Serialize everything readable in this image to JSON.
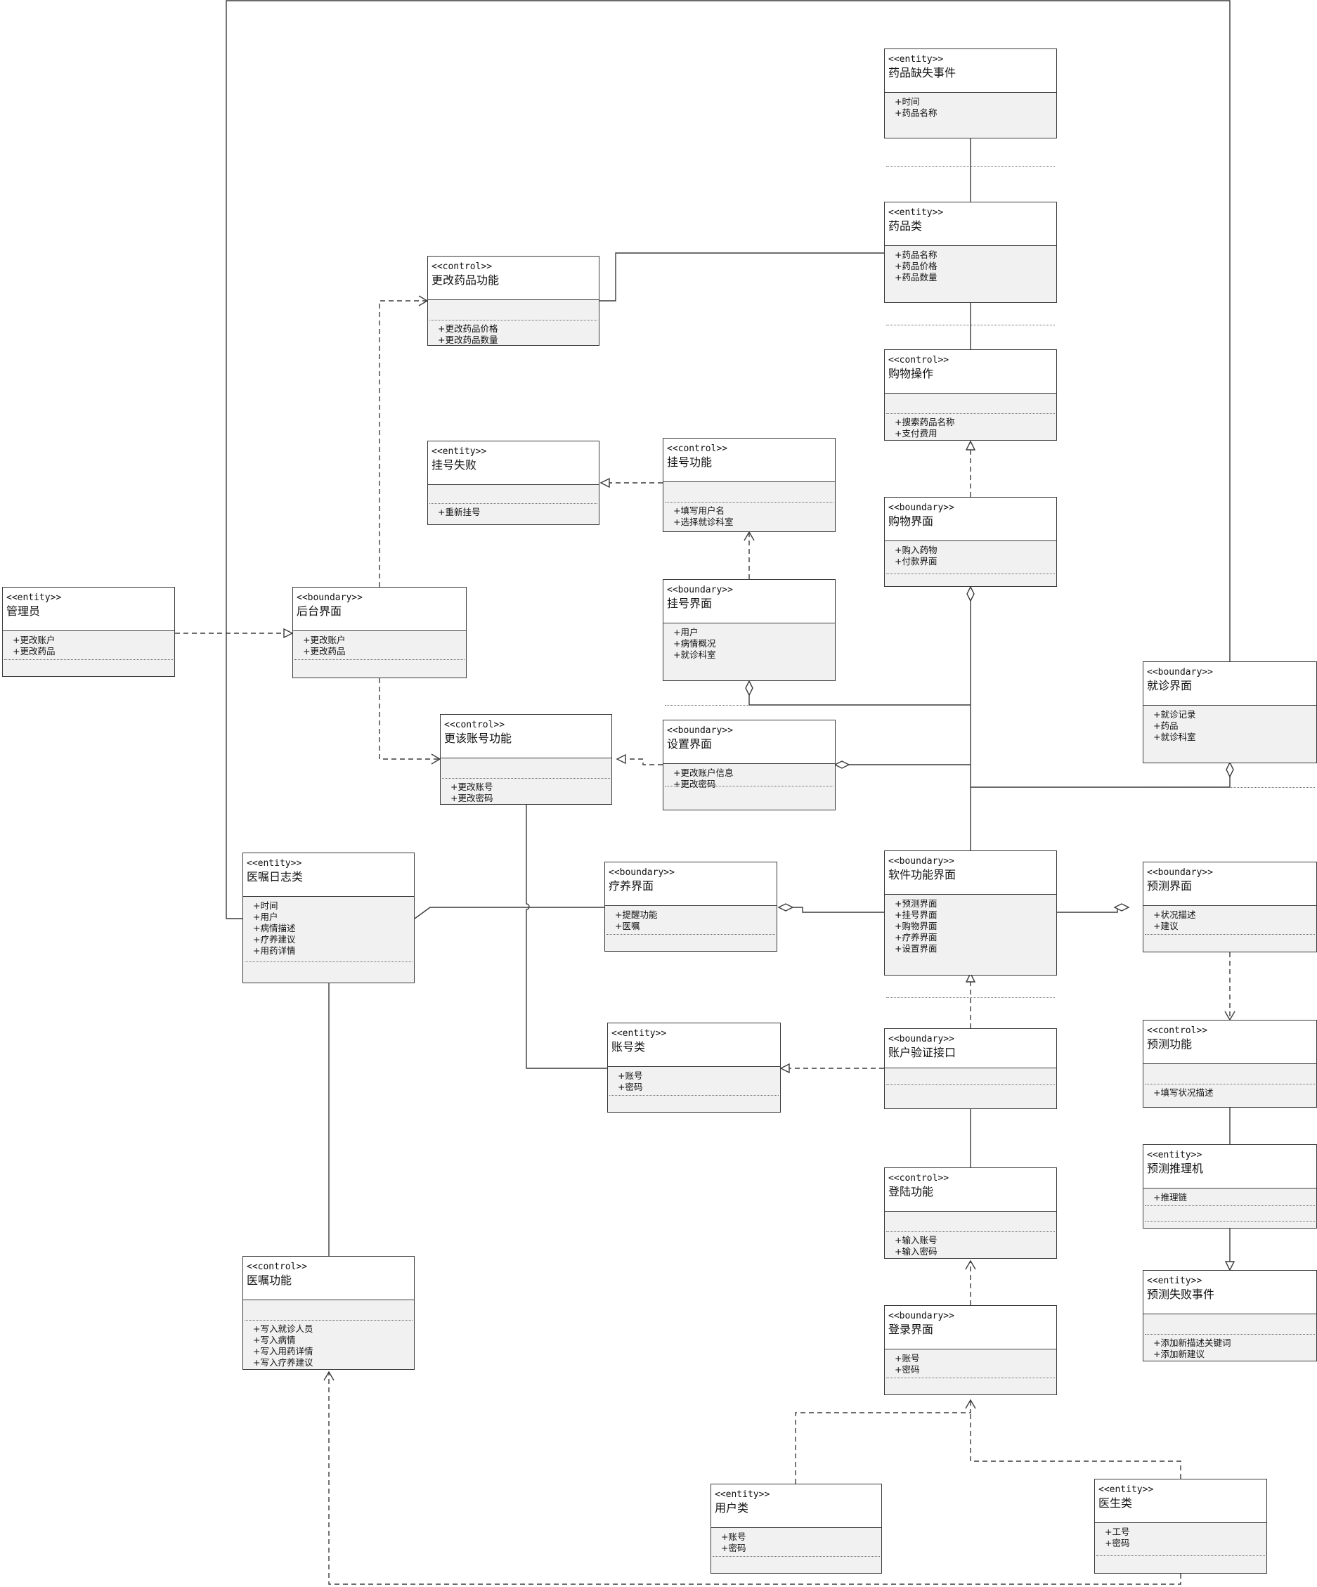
{
  "diagram": {
    "classes": {
      "drug_missing_event": {
        "stereotype": "<<entity>>",
        "name": "药品缺失事件",
        "attributes": [
          "+时间",
          "+药品名称"
        ],
        "operations": []
      },
      "drug_class": {
        "stereotype": "<<entity>>",
        "name": "药品类",
        "attributes": [
          "+药品名称",
          "+药品价格",
          "+药品数量"
        ],
        "operations": []
      },
      "shopping_op": {
        "stereotype": "<<control>>",
        "name": "购物操作",
        "attributes": [],
        "operations": [
          "+搜索药品名称",
          "+支付费用"
        ]
      },
      "shopping_ui": {
        "stereotype": "<<boundary>>",
        "name": "购物界面",
        "attributes": [
          "+购入药物",
          "+付款界面"
        ],
        "operations": []
      },
      "change_drug_func": {
        "stereotype": "<<control>>",
        "name": "更改药品功能",
        "attributes": [],
        "operations": [
          "+更改药品价格",
          "+更改药品数量"
        ]
      },
      "reg_failure": {
        "stereotype": "<<entity>>",
        "name": "挂号失败",
        "attributes": [],
        "operations": [
          "+重新挂号"
        ]
      },
      "reg_func": {
        "stereotype": "<<control>>",
        "name": "挂号功能",
        "attributes": [],
        "operations": [
          "+填写用户名",
          "+选择就诊科室"
        ]
      },
      "reg_ui": {
        "stereotype": "<<boundary>>",
        "name": "挂号界面",
        "attributes": [
          "+用户",
          "+病情概况",
          "+就诊科室"
        ],
        "operations": []
      },
      "admin": {
        "stereotype": "<<entity>>",
        "name": "管理员",
        "attributes": [
          "+更改账户",
          "+更改药品"
        ],
        "operations": []
      },
      "backend_ui": {
        "stereotype": "<<boundary>>",
        "name": "后台界面",
        "attributes": [
          "+更改账户",
          "+更改药品"
        ],
        "operations": []
      },
      "visit_ui": {
        "stereotype": "<<boundary>>",
        "name": "就诊界面",
        "attributes": [
          "+就诊记录",
          "+药品",
          "+就诊科室"
        ],
        "operations": []
      },
      "change_account_func": {
        "stereotype": "<<control>>",
        "name": "更该账号功能",
        "attributes": [],
        "operations": [
          "+更改账号",
          "+更改密码"
        ]
      },
      "settings_ui": {
        "stereotype": "<<boundary>>",
        "name": "设置界面",
        "attributes": [
          "+更改账户信息",
          "+更改密码"
        ],
        "operations": []
      },
      "advice_log": {
        "stereotype": "<<entity>>",
        "name": "医嘱日志类",
        "attributes": [
          "+时间",
          "+用户",
          "+病情描述",
          "+疗养建议",
          "+用药详情"
        ],
        "operations": []
      },
      "therapy_ui": {
        "stereotype": "<<boundary>>",
        "name": "疗养界面",
        "attributes": [
          "+提醒功能",
          "+医嘱"
        ],
        "operations": []
      },
      "software_ui": {
        "stereotype": "<<boundary>>",
        "name": "软件功能界面",
        "attributes": [
          "+预测界面",
          "+挂号界面",
          "+购物界面",
          "+疗养界面",
          "+设置界面"
        ],
        "operations": []
      },
      "predict_ui": {
        "stereotype": "<<boundary>>",
        "name": "预测界面",
        "attributes": [
          "+状况描述",
          "+建议"
        ],
        "operations": []
      },
      "account_class": {
        "stereotype": "<<entity>>",
        "name": "账号类",
        "attributes": [
          "+账号",
          "+密码"
        ],
        "operations": []
      },
      "auth_interface": {
        "stereotype": "<<boundary>>",
        "name": "账户验证接口",
        "attributes": [],
        "operations": []
      },
      "predict_func": {
        "stereotype": "<<control>>",
        "name": "预测功能",
        "attributes": [],
        "operations": [
          "+填写状况描述"
        ]
      },
      "inference_engine": {
        "stereotype": "<<entity>>",
        "name": "预测推理机",
        "attributes": [
          "+推理链"
        ],
        "operations": []
      },
      "login_func": {
        "stereotype": "<<control>>",
        "name": "登陆功能",
        "attributes": [],
        "operations": [
          "+输入账号",
          "+输入密码"
        ]
      },
      "predict_failure": {
        "stereotype": "<<entity>>",
        "name": "预测失败事件",
        "attributes": [],
        "operations": [
          "+添加新描述关键词",
          "+添加新建议"
        ]
      },
      "advice_func": {
        "stereotype": "<<control>>",
        "name": "医嘱功能",
        "attributes": [],
        "operations": [
          "+写入就诊人员",
          "+写入病情",
          "+写入用药详情",
          "+写入疗养建议"
        ]
      },
      "login_ui": {
        "stereotype": "<<boundary>>",
        "name": "登录界面",
        "attributes": [
          "+账号",
          "+密码"
        ],
        "operations": []
      },
      "user_class": {
        "stereotype": "<<entity>>",
        "name": "用户类",
        "attributes": [
          "+账号",
          "+密码"
        ],
        "operations": []
      },
      "doctor_class": {
        "stereotype": "<<entity>>",
        "name": "医生类",
        "attributes": [
          "+工号",
          "+密码"
        ],
        "operations": []
      }
    },
    "relations": [
      {
        "from": "drug_missing_event",
        "to": "drug_class",
        "kind": "association"
      },
      {
        "from": "drug_class",
        "to": "shopping_op",
        "kind": "association"
      },
      {
        "from": "drug_class",
        "to": "change_drug_func",
        "kind": "association"
      },
      {
        "from": "shopping_ui",
        "to": "shopping_op",
        "kind": "realization"
      },
      {
        "from": "backend_ui",
        "to": "change_drug_func",
        "kind": "dependency"
      },
      {
        "from": "backend_ui",
        "to": "change_account_func",
        "kind": "dependency"
      },
      {
        "from": "admin",
        "to": "backend_ui",
        "kind": "realization"
      },
      {
        "from": "reg_func",
        "to": "reg_failure",
        "kind": "realization"
      },
      {
        "from": "reg_ui",
        "to": "reg_func",
        "kind": "dependency"
      },
      {
        "from": "settings_ui",
        "to": "change_account_func",
        "kind": "realization"
      },
      {
        "from": "software_ui",
        "to": "shopping_ui",
        "kind": "aggregation"
      },
      {
        "from": "software_ui",
        "to": "reg_ui",
        "kind": "aggregation"
      },
      {
        "from": "software_ui",
        "to": "settings_ui",
        "kind": "aggregation"
      },
      {
        "from": "software_ui",
        "to": "visit_ui",
        "kind": "aggregation"
      },
      {
        "from": "software_ui",
        "to": "therapy_ui",
        "kind": "aggregation"
      },
      {
        "from": "software_ui",
        "to": "predict_ui",
        "kind": "aggregation"
      },
      {
        "from": "visit_ui",
        "to": "advice_log",
        "kind": "association"
      },
      {
        "from": "advice_log",
        "to": "therapy_ui",
        "kind": "association"
      },
      {
        "from": "advice_log",
        "to": "advice_func",
        "kind": "association"
      },
      {
        "from": "change_account_func",
        "to": "account_class",
        "kind": "association"
      },
      {
        "from": "auth_interface",
        "to": "account_class",
        "kind": "realization"
      },
      {
        "from": "auth_interface",
        "to": "software_ui",
        "kind": "realization"
      },
      {
        "from": "auth_interface",
        "to": "login_func",
        "kind": "association"
      },
      {
        "from": "predict_ui",
        "to": "predict_func",
        "kind": "dependency"
      },
      {
        "from": "predict_func",
        "to": "inference_engine",
        "kind": "association"
      },
      {
        "from": "inference_engine",
        "to": "predict_failure",
        "kind": "generalization"
      },
      {
        "from": "login_ui",
        "to": "login_func",
        "kind": "dependency"
      },
      {
        "from": "user_class",
        "to": "login_ui",
        "kind": "dependency"
      },
      {
        "from": "doctor_class",
        "to": "login_ui",
        "kind": "dependency"
      },
      {
        "from": "doctor_class",
        "to": "advice_func",
        "kind": "dependency"
      }
    ]
  }
}
